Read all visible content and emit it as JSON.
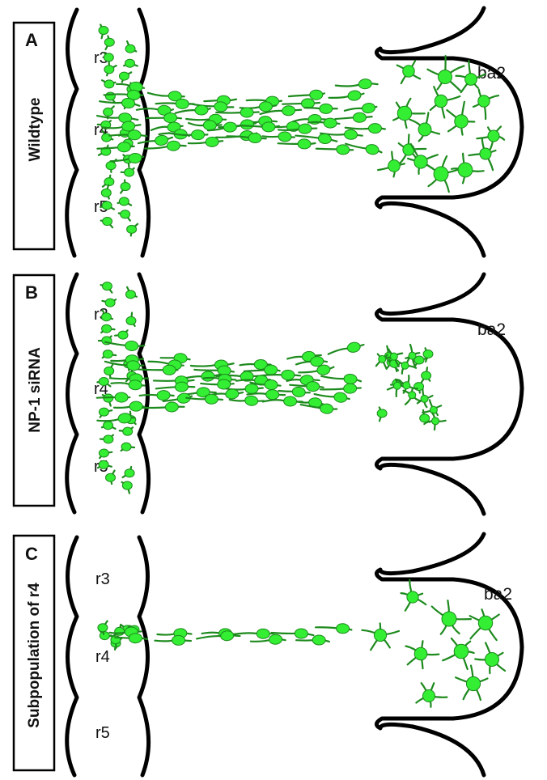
{
  "panels": [
    {
      "letter": "A",
      "side_label": "Wildtype",
      "rhombomeres": [
        "r3",
        "r4",
        "r5"
      ],
      "arch_label": "ba2",
      "stream": "full",
      "arch_cells": "stellate"
    },
    {
      "letter": "B",
      "side_label": "NP-1 siRNA",
      "rhombomeres": [
        "r3",
        "r4",
        "r5"
      ],
      "arch_label": "ba2",
      "stream": "full",
      "arch_cells": "clustered-outside-arch"
    },
    {
      "letter": "C",
      "side_label": "Subpopulation of r4",
      "rhombomeres": [
        "r3",
        "r4",
        "r5"
      ],
      "arch_label": "ba2",
      "stream": "narrow",
      "arch_cells": "stellate-sparse"
    }
  ],
  "colors": {
    "cell_fill": "#33ee33",
    "cell_stroke": "#1d8a1d",
    "outline": "#000000"
  }
}
